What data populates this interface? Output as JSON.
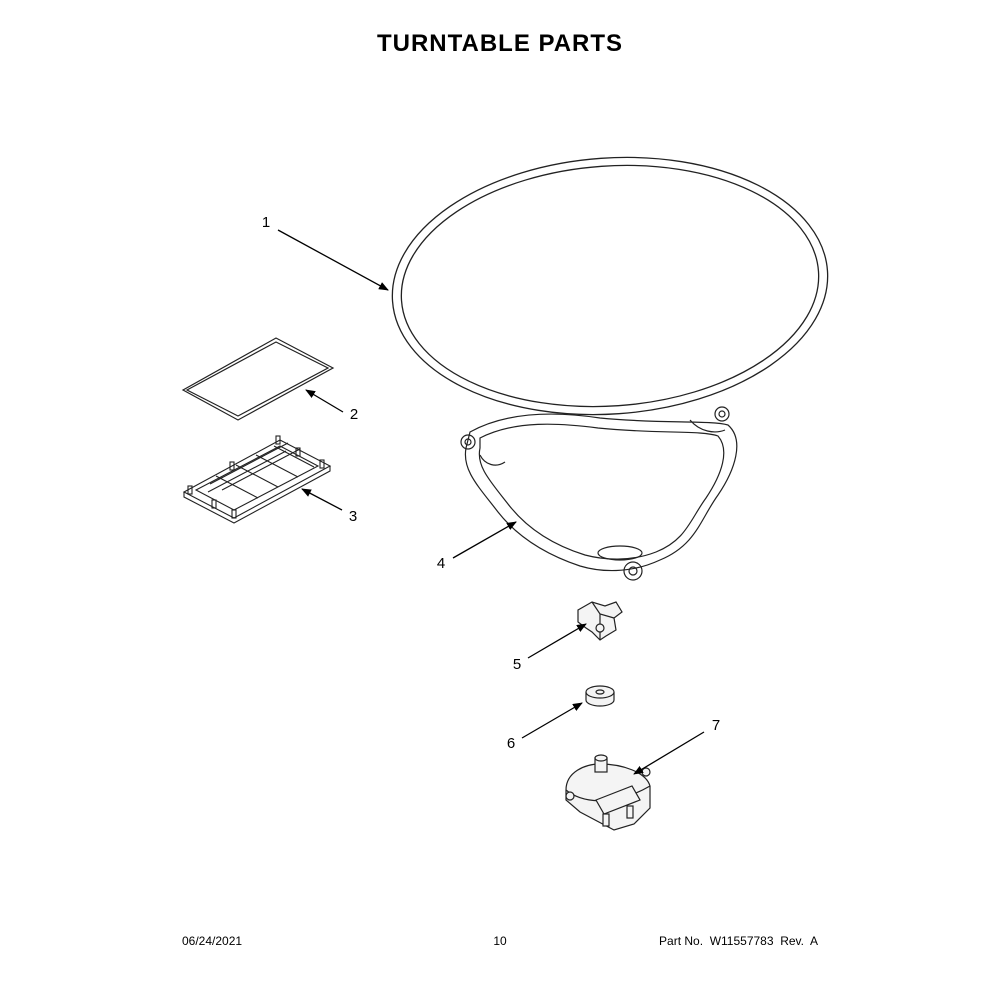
{
  "title": "TURNTABLE PARTS",
  "callouts": [
    "1",
    "2",
    "3",
    "4",
    "5",
    "6",
    "7"
  ],
  "footer": {
    "date": "06/24/2021",
    "page": "10",
    "part_no": "Part No.  W11557783  Rev.  A"
  }
}
